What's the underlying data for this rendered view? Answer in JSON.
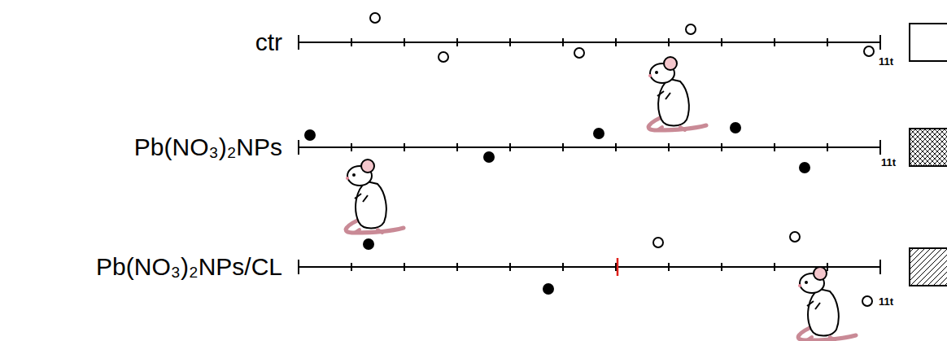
{
  "diagram": {
    "labels": [
      "ctr",
      "11t",
      "Pb(NO₃)₂NPs",
      "11t",
      "Pb(NO₃)₂NPs/CL",
      "11t"
    ]
  }
}
